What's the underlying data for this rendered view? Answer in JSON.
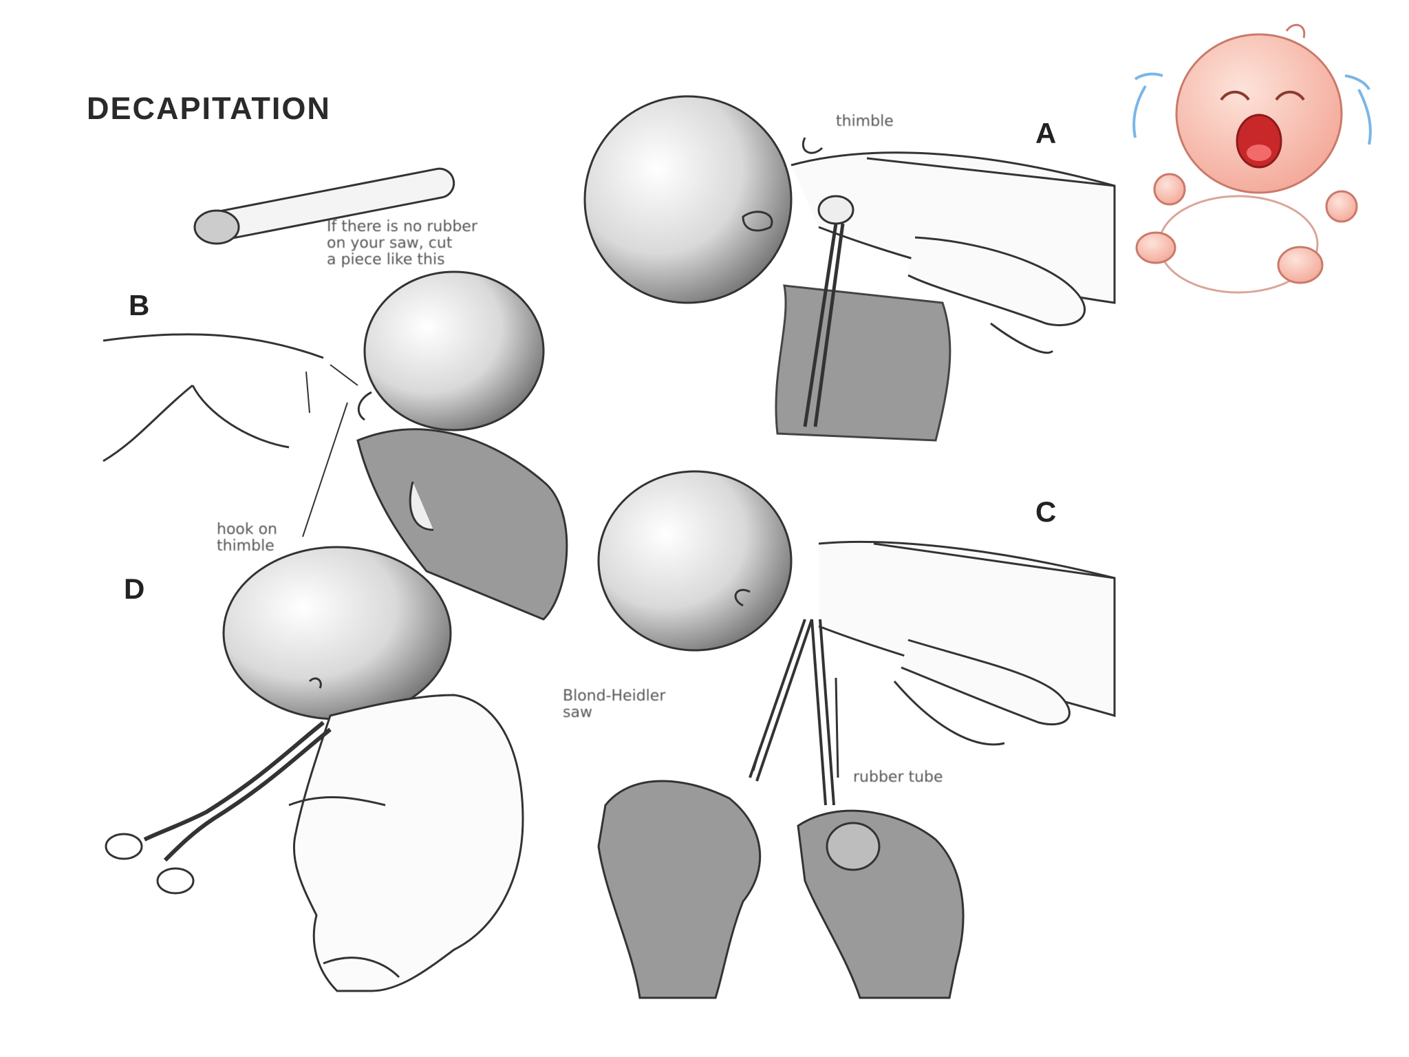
{
  "title": "DECAPITATION",
  "panels": {
    "a": {
      "letter": "A",
      "label_thimble": "thimble"
    },
    "b": {
      "letter": "B",
      "tube_note": [
        "If there is no rubber",
        "on your saw, cut",
        "a piece like this"
      ],
      "hook_label": [
        "hook on",
        "thimble"
      ]
    },
    "c": {
      "letter": "C",
      "saw_label": [
        "Blond-Heidler",
        "saw"
      ],
      "tube_label": "rubber tube"
    },
    "d": {
      "letter": "D"
    }
  },
  "decoration": {
    "icon": "crying-baby-icon"
  }
}
